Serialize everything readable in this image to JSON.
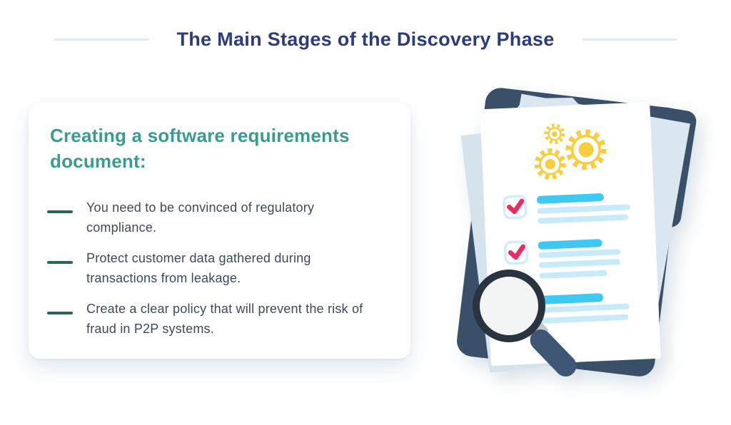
{
  "header": {
    "title": "The Main Stages of the Discovery Phase"
  },
  "card": {
    "heading": "Creating a software requirements document:",
    "items": [
      "You need to be convinced of regulatory compliance.",
      "Protect customer data gathered during transactions from leakage.",
      "Create a clear policy that will prevent the risk of fraud in P2P systems."
    ]
  },
  "illustration": {
    "alt": "Clipboard holding a checklist document with gears, two checked checkboxes and a magnifying glass",
    "icons": [
      "clipboard-icon",
      "document-icon",
      "gear-icon",
      "checked-checkbox-icon",
      "magnifying-glass-icon"
    ],
    "checked_checkbox_count": 2
  },
  "colors": {
    "title_navy": "#2B3B7D",
    "heading_teal": "#3A9C91",
    "body_text": "#3D4A5C",
    "bullet_dash": "#2C6459",
    "header_rule": "#E3EAEF",
    "clipboard_navy": "#3A4F68",
    "paper_back": "#D9E5EE",
    "gear_yellow": "#F8CD3F",
    "line_cyan": "#3EC9F2",
    "line_light_blue": "#C8EAF9",
    "check_pink": "#EC2B5F",
    "checkbox_border": "#D3ECFA",
    "magnifier_rim": "#2A3441",
    "magnifier_handle": "#3F5674"
  }
}
